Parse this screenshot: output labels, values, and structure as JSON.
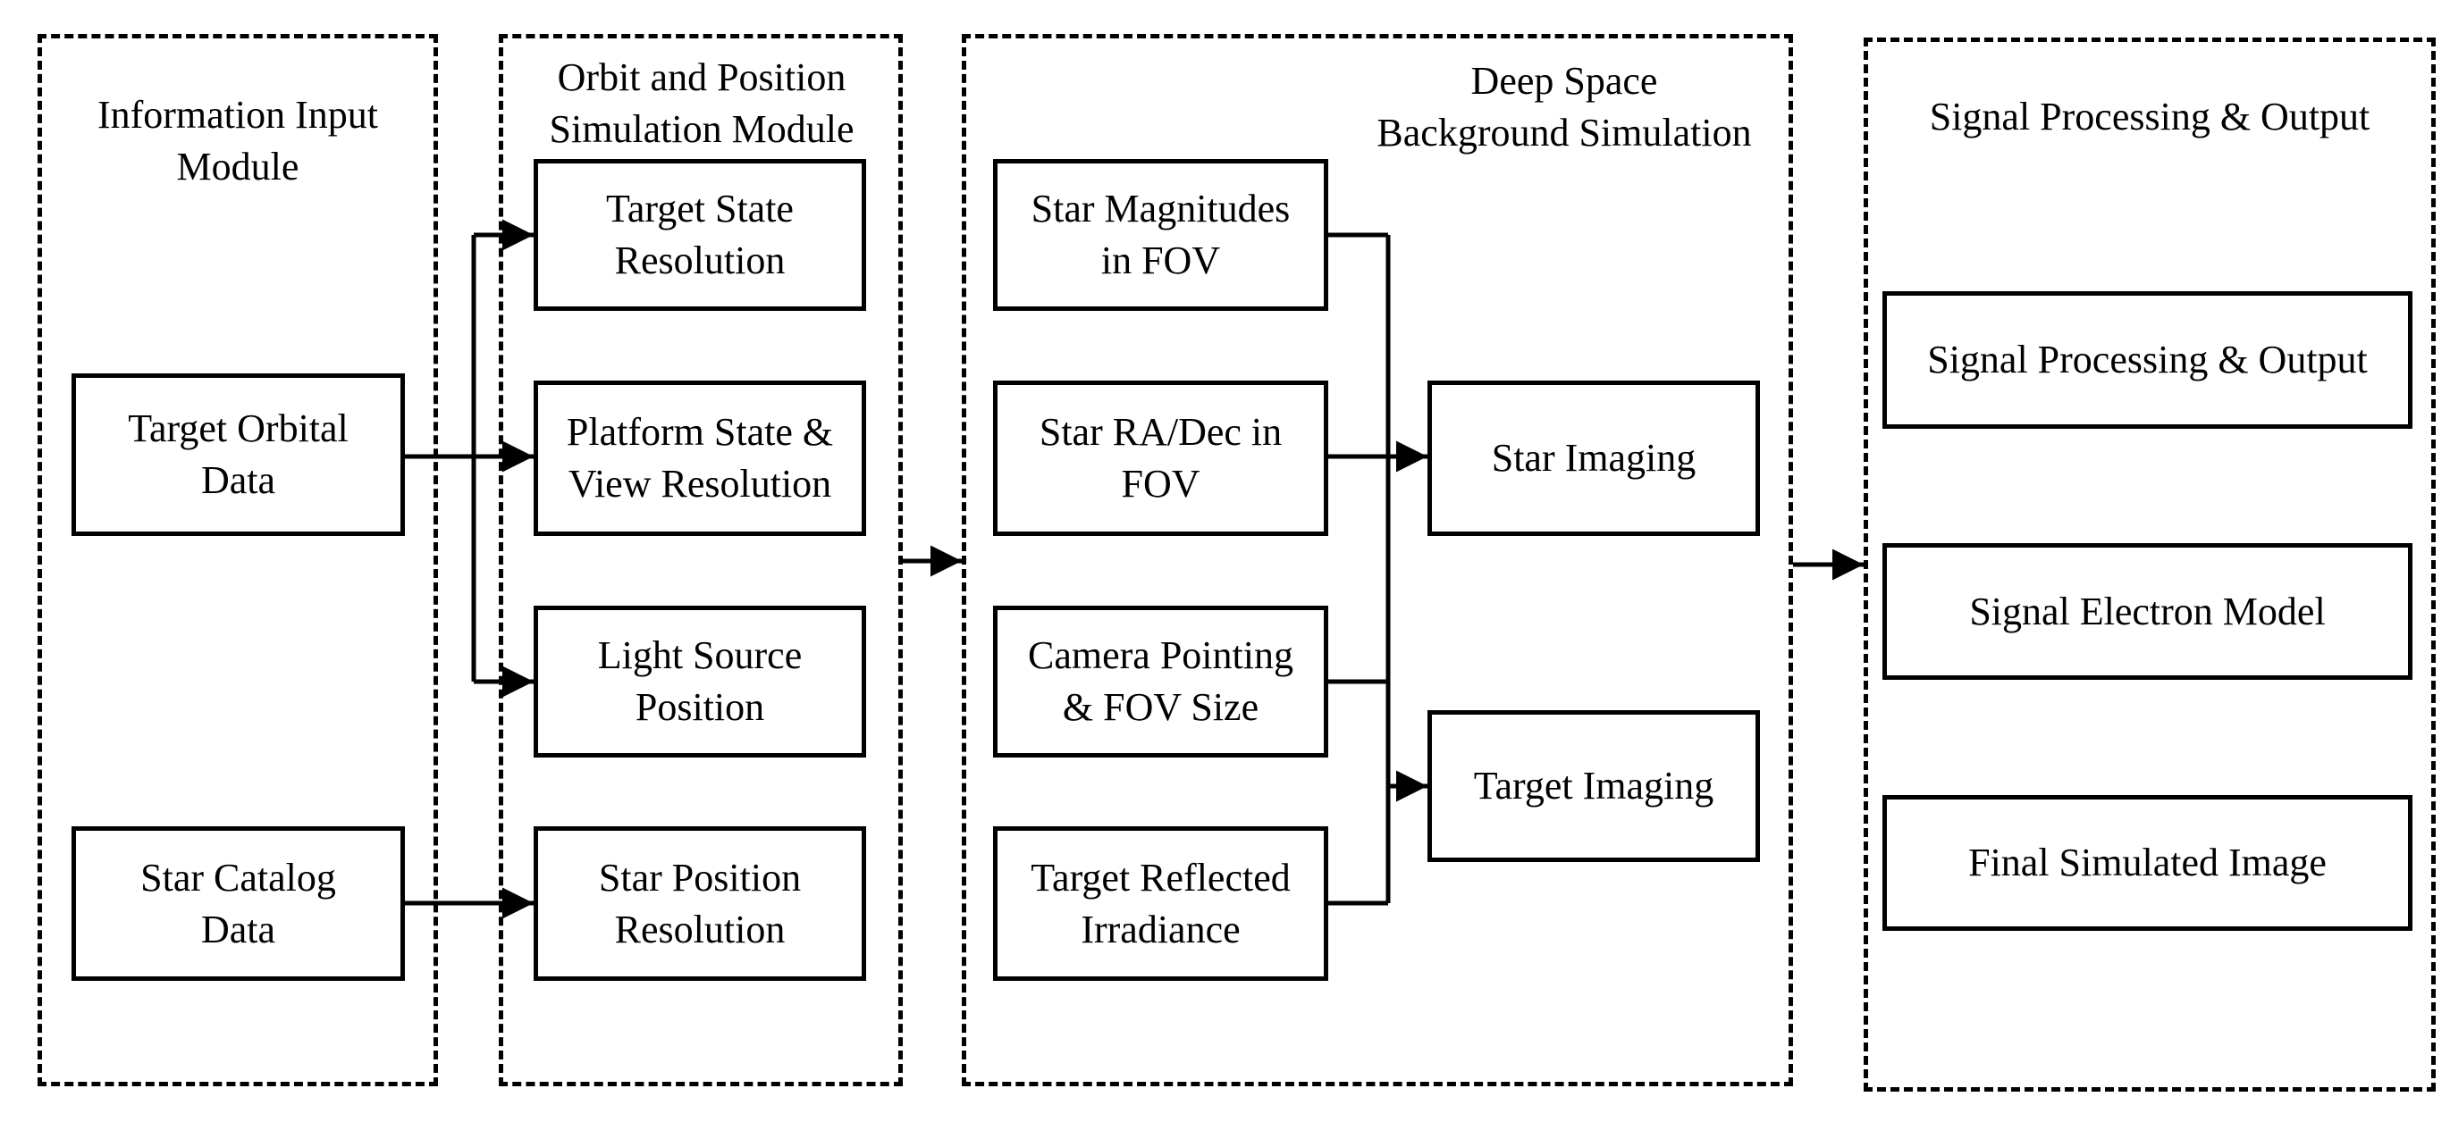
{
  "modules": {
    "input": {
      "title": "Information Input\nModule"
    },
    "orbit": {
      "title": "Orbit and Position\nSimulation Module"
    },
    "deep": {
      "title": "Deep Space\nBackground Simulation"
    },
    "signal": {
      "title": "Signal Processing & Output"
    }
  },
  "boxes": {
    "target_orbital": "Target Orbital\nData",
    "star_catalog": "Star Catalog\nData",
    "target_state": "Target State\nResolution",
    "platform_state": "Platform State &\nView Resolution",
    "light_source": "Light Source\nPosition",
    "star_position": "Star Position\nResolution",
    "star_magnitudes": "Star Magnitudes\nin FOV",
    "star_radec": "Star RA/Dec in\nFOV",
    "camera_pointing": "Camera Pointing\n& FOV Size",
    "target_reflected": "Target Reflected\nIrradiance",
    "star_imaging": "Star Imaging",
    "target_imaging": "Target Imaging",
    "signal_processing": "Signal Processing & Output",
    "signal_electron": "Signal Electron Model",
    "final_image": "Final Simulated Image"
  }
}
